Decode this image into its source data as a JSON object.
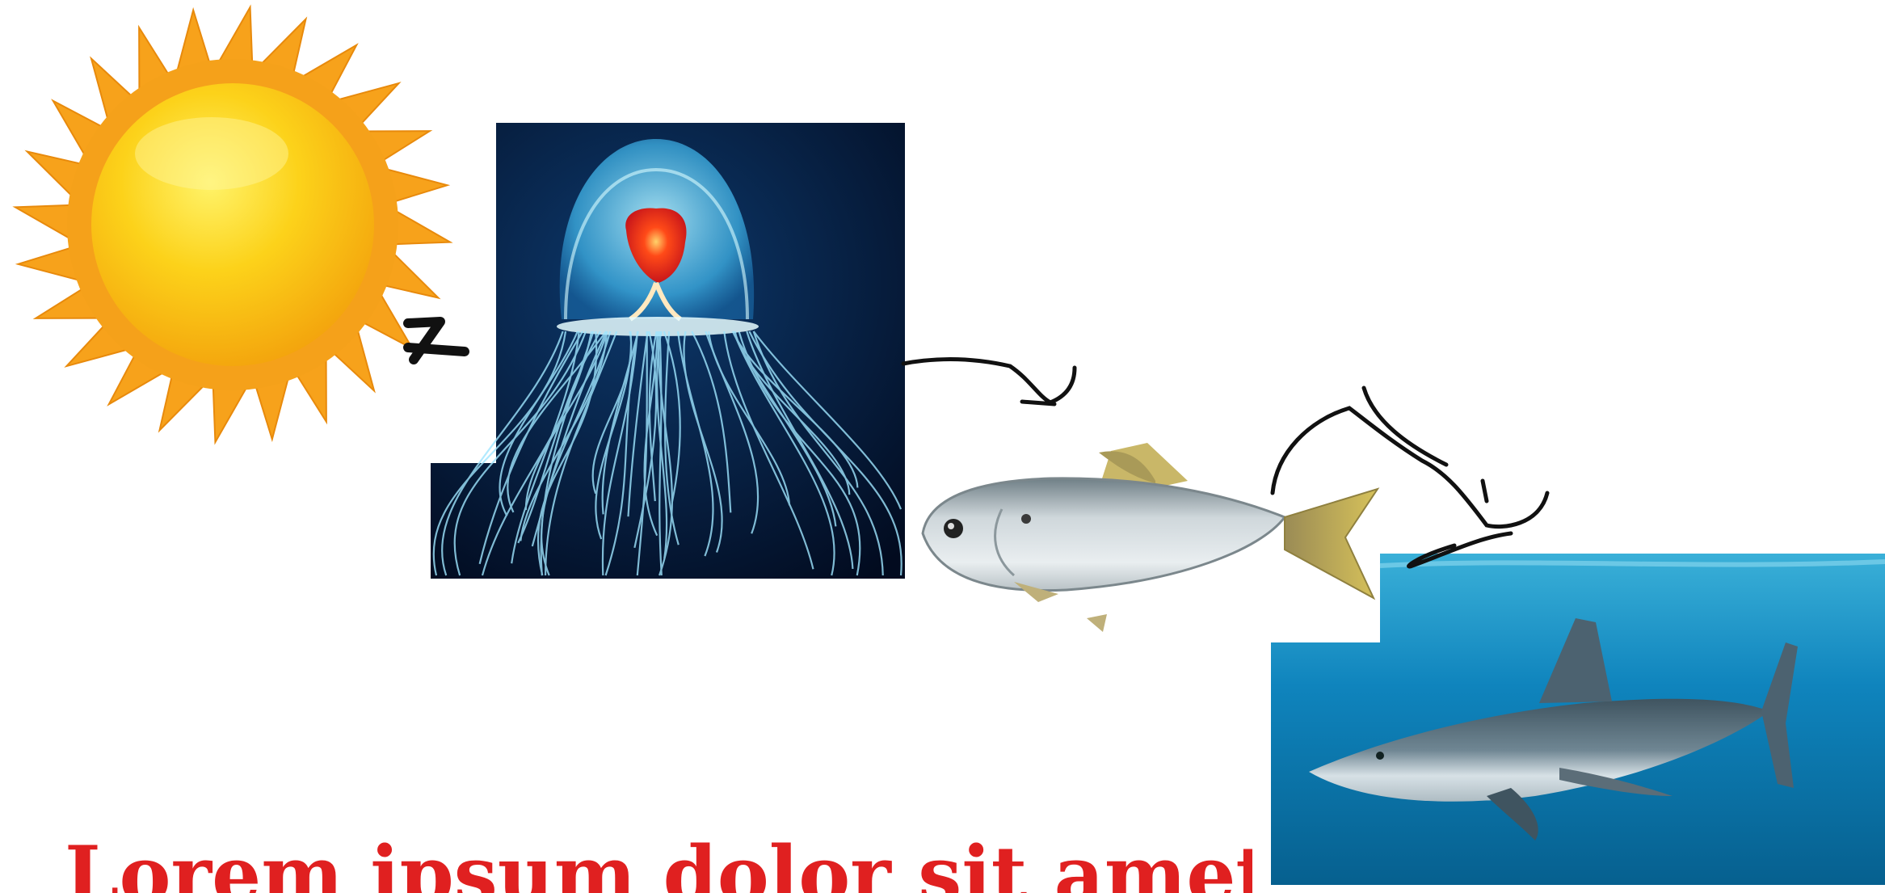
{
  "chain": {
    "organisms": [
      "sun",
      "jellyfish",
      "herring",
      "shark"
    ],
    "caption": "Lorem ipsum dolor sit amet consectetur adipiscing"
  },
  "colors": {
    "sun_core": "#f7b70c",
    "sun_rays": "#f39a12",
    "jelly_background": "#041838",
    "jelly_glow": "#6fd6f5",
    "jelly_core": "#ff3a12",
    "fish_body": "#c8d0d4",
    "fish_tail": "#c6a93a",
    "sea": "#0a78b0",
    "shark": "#5b6d78",
    "ink": "#111111",
    "caption": "#e02020"
  },
  "icons": {
    "sun": "sun-icon",
    "jellyfish": "jellyfish-icon",
    "herring": "fish-icon",
    "shark": "shark-icon",
    "arrows": "hand-drawn-arrow-icon"
  }
}
